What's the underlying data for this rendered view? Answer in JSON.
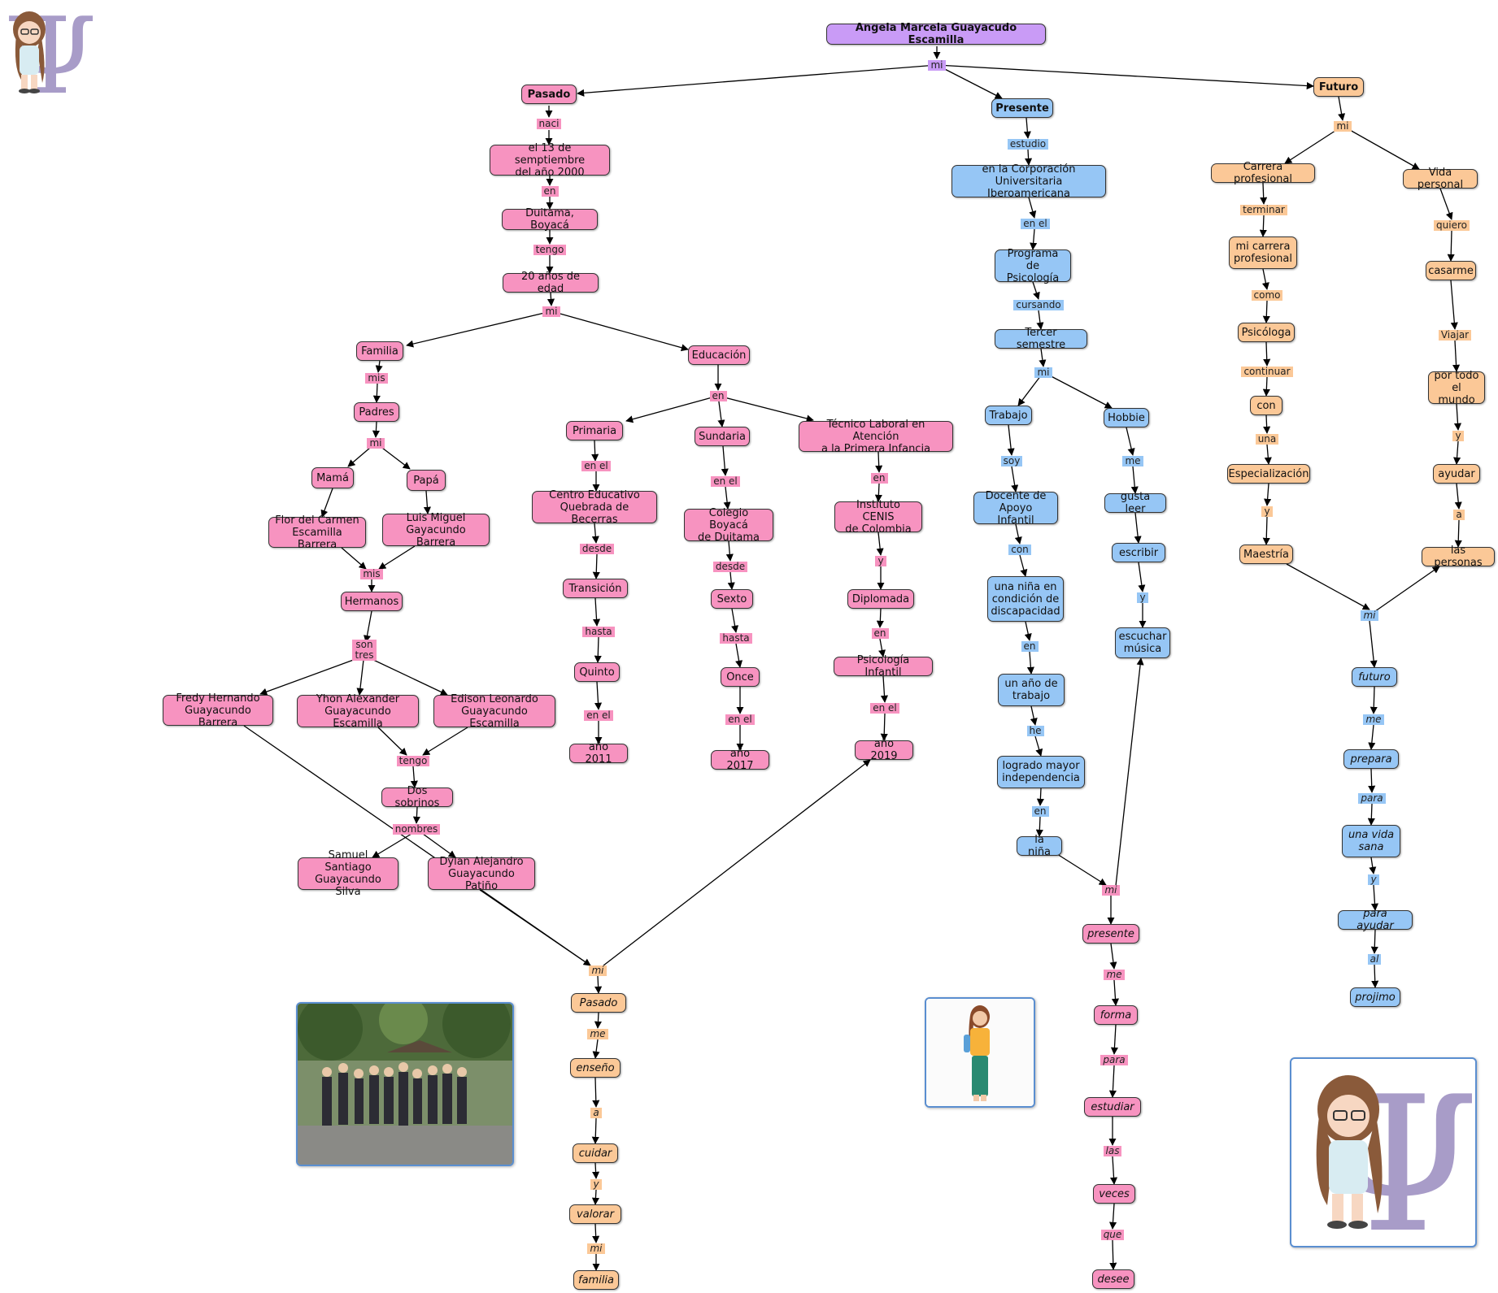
{
  "title": "Angela Marcela Guayacudo Escamilla",
  "nodes": {
    "root": "Angela Marcela Guayacudo Escamilla",
    "pasado": "Pasado",
    "presente": "Presente",
    "futuro": "Futuro",
    "fecha": "el 13 de semptiembre\ndel año 2000",
    "duitama": "Duitama, Boyacá",
    "edad": "20 años de edad",
    "familia": "Familia",
    "educacion": "Educación",
    "padres": "Padres",
    "mama": "Mamá",
    "papa": "Papá",
    "flor": "Flor del Carmen\nEscamilla Barrera",
    "luis": "Luis Miguel\nGayacundo Barrera",
    "hermanos": "Hermanos",
    "fredy": "Fredy Hernando\nGuayacundo Barrera",
    "yhon": "Yhon Alexander\nGuayacundo Escamilla",
    "edison": "Edison Leonardo\nGuayacundo Escamilla",
    "sobrinos": "Dos sobrinos",
    "samuel": "Samuel Santiago\nGuayacundo Silva",
    "dylan": "Dylan Alejandro\nGuayacundo Patiño",
    "primaria": "Primaria",
    "sundaria": "Sundaria",
    "tecnico": "Técnico Laboral en Atención\na la Primera Infancia",
    "centro": "Centro Educativo\nQuebrada de Becerras",
    "colegio": "Colegio Boyacá\nde Duitama",
    "cenis": "Instituto CENIS\nde Colombia",
    "transicion": "Transición",
    "sexto": "Sexto",
    "diplomada": "Diplomada",
    "quinto": "Quinto",
    "once": "Once",
    "psicinf": "Psicología Infantil",
    "a2011": "año 2011",
    "a2017": "año 2017",
    "a2019": "año 2019",
    "corporacion": "en la Corporación\nUniversitaria Iberoamericana",
    "programa": "Programa de\nPsicología",
    "tercer": "Tercer semestre",
    "trabajo": "Trabajo",
    "hobbie": "Hobbie",
    "docente": "Docente de\nApoyo Infantil",
    "nina": "una niña en\ncondición de\ndiscapacidad",
    "unano": "un año de\ntrabajo",
    "logrado": "logrado mayor\nindependencia",
    "lanina": "la niña",
    "gusta": "gusta leer",
    "escribir": "escribir",
    "escuchar": "escuchar\nmúsica",
    "carrera": "Carrera profesional",
    "vidap": "Vida personal",
    "micarrera": "mi carrera\nprofesional",
    "psicologa": "Psicóloga",
    "con": "con",
    "especializacion": "Especialización",
    "maestria": "Maestría",
    "casarme": "casarme",
    "portodo": "por todo\nel mundo",
    "ayudar": "ayudar",
    "personas": "las personas",
    "f_futuro": "futuro",
    "f_prepara": "prepara",
    "f_vida": "una vida\nsana",
    "f_ayudar": "para ayudar",
    "f_projimo": "projimo",
    "pp_pasado": "Pasado",
    "pp_enseno": "enseño",
    "pp_cuidar": "cuidar",
    "pp_valorar": "valorar",
    "pp_familia": "familia",
    "pr_presente": "presente",
    "pr_forma": "forma",
    "pr_estudiar": "estudiar",
    "pr_veces": "veces",
    "pr_desee": "desee"
  },
  "links": {
    "mi_root": "mi",
    "naci": "naci",
    "en1": "en",
    "tengo1": "tengo",
    "mi_edad": "mi",
    "mis_fam": "mis",
    "mi_pad": "mi",
    "mis_her": "mis",
    "son_tres": "son\ntres",
    "tengo2": "tengo",
    "nombres": "nombres",
    "en_edu": "en",
    "enel_pri": "en el",
    "desde_pri": "desde",
    "hasta_pri": "hasta",
    "enel_pri2": "en el",
    "enel_sun": "en el",
    "desde_sun": "desde",
    "hasta_sun": "hasta",
    "enel_sun2": "en el",
    "en_tec": "en",
    "y_tec": "y",
    "en_tec2": "en",
    "enel_tec": "en el",
    "estudio": "estudio",
    "enel_pres": "en el",
    "cursando": "cursando",
    "mi_pres": "mi",
    "soy": "soy",
    "con_pres": "con",
    "en_pres": "en",
    "he": "he",
    "en_pres2": "en",
    "me_hob": "me",
    "y_hob": "y",
    "mi_fut": "mi",
    "terminar": "terminar",
    "como": "como",
    "continuar": "continuar",
    "una": "una",
    "y_fut": "y",
    "quiero": "quiero",
    "viajar": "Viajar",
    "y_fut2": "y",
    "a_fut": "a",
    "mi_f": "mi",
    "me_f": "me",
    "para_f": "para",
    "y_f": "y",
    "al_f": "al",
    "mi_pp": "mi",
    "me_pp": "me",
    "a_pp": "a",
    "y_pp": "y",
    "mi_pp2": "mi",
    "mi_pr": "mi",
    "me_pr": "me",
    "para_pr": "para",
    "las_pr": "las",
    "que_pr": "que"
  },
  "images": {
    "logo_small": "psi-logo-icon",
    "group_photo": "group-photo",
    "student_illustration": "student-illustration",
    "logo_large": "psi-logo-icon"
  },
  "colors": {
    "pasado": "#f793c0",
    "presente": "#96c6f5",
    "futuro": "#fbc897",
    "root": "#c99bf6",
    "frame": "#5a8ed0",
    "psi": "#a89cc8"
  }
}
